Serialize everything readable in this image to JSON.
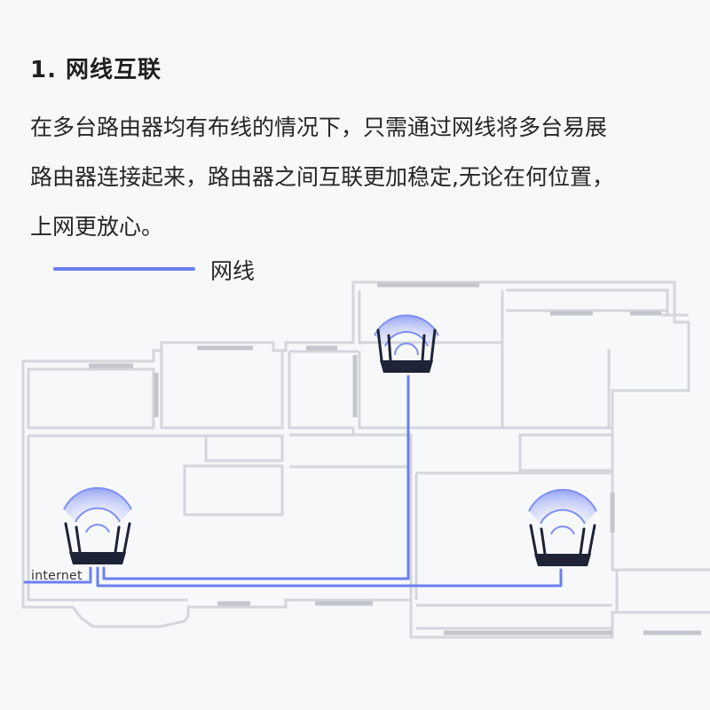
{
  "title": "1. 网线互联",
  "description": [
    "在多台路由器均有布线的情况下，只需通过网线将多台易展",
    "路由器连接起来，路由器之间互联更加稳定,无论在何位置，",
    "上网更放心。"
  ],
  "legend": {
    "label": "网线",
    "color": "#6b7ff0"
  },
  "diagram": {
    "internet_label": "internet",
    "routers": [
      {
        "name": "router-top",
        "icon": "router-icon"
      },
      {
        "name": "router-left",
        "icon": "router-icon"
      },
      {
        "name": "router-right",
        "icon": "router-icon"
      }
    ],
    "colors": {
      "wall": "#d3d6db",
      "cable": "#6b7ff0",
      "router": "#1e2336",
      "wifi": "#7e8ff2"
    }
  }
}
